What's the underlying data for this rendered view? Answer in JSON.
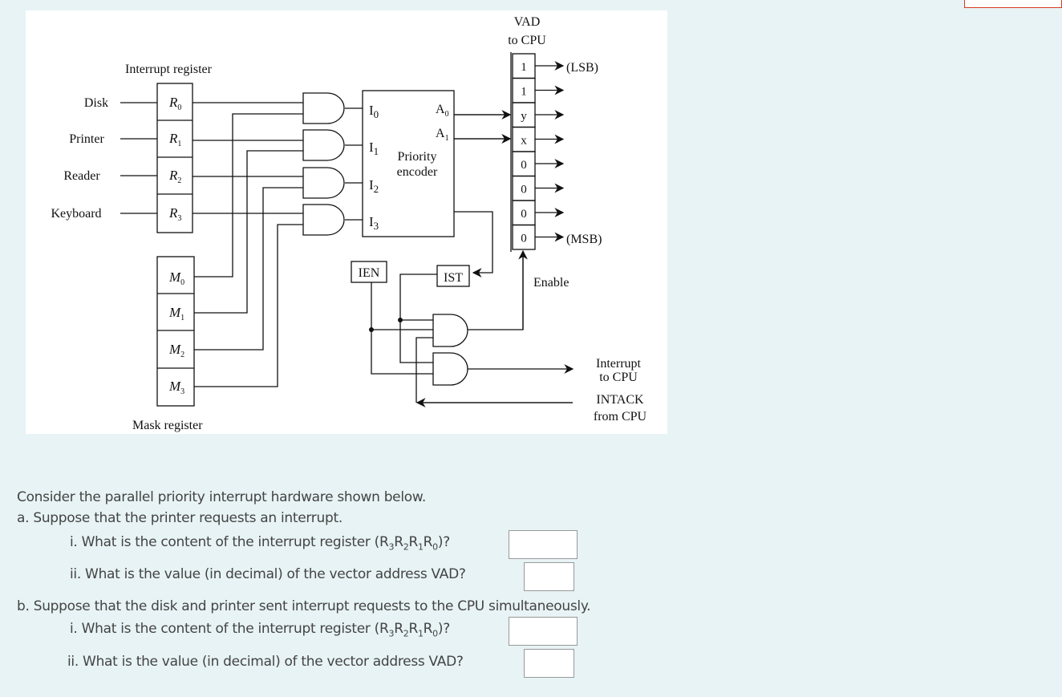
{
  "diagram": {
    "vad_title": "VAD",
    "vad_subtitle": "to CPU",
    "vad_bits": [
      "1",
      "1",
      "y",
      "x",
      "0",
      "0",
      "0",
      "0"
    ],
    "lsb": "(LSB)",
    "msb": "(MSB)",
    "interrupt_register": "Interrupt register",
    "mask_register": "Mask register",
    "devices": [
      "Disk",
      "Printer",
      "Reader",
      "Keyboard"
    ],
    "r_cells": [
      "R",
      "R",
      "R",
      "R"
    ],
    "m_cells": [
      "M",
      "M",
      "M",
      "M"
    ],
    "subs": [
      "0",
      "1",
      "2",
      "3"
    ],
    "encoder_inputs": [
      "I",
      "I",
      "I",
      "I"
    ],
    "encoder_outputs": [
      "A",
      "A"
    ],
    "encoder_label_1": "Priority",
    "encoder_label_2": "encoder",
    "ien": "IEN",
    "ist": "IST",
    "enable": "Enable",
    "interrupt_1": "Interrupt",
    "interrupt_2": "to CPU",
    "intack_1": "INTACK",
    "intack_2": "from CPU"
  },
  "question": {
    "intro": "Consider the parallel priority interrupt hardware shown below.",
    "a": "a.  Suppose that the printer requests an interrupt.",
    "a_i": "i.  What is the content of the interrupt register (R",
    "a_ii": "ii. What is the value (in decimal) of the vector address VAD?",
    "b": "b.  Suppose that the disk and printer sent interrupt requests to the CPU simultaneously.",
    "b_i": "i.  What is the content of the interrupt register (R",
    "b_ii": "ii. What is the value (in decimal) of the vector address VAD?",
    "reg_subs": [
      "3",
      "R",
      "2",
      "R",
      "1",
      "R",
      "0",
      ")?"
    ],
    "answers": {
      "a_i": "",
      "a_ii": "",
      "b_i": "",
      "b_ii": ""
    }
  }
}
